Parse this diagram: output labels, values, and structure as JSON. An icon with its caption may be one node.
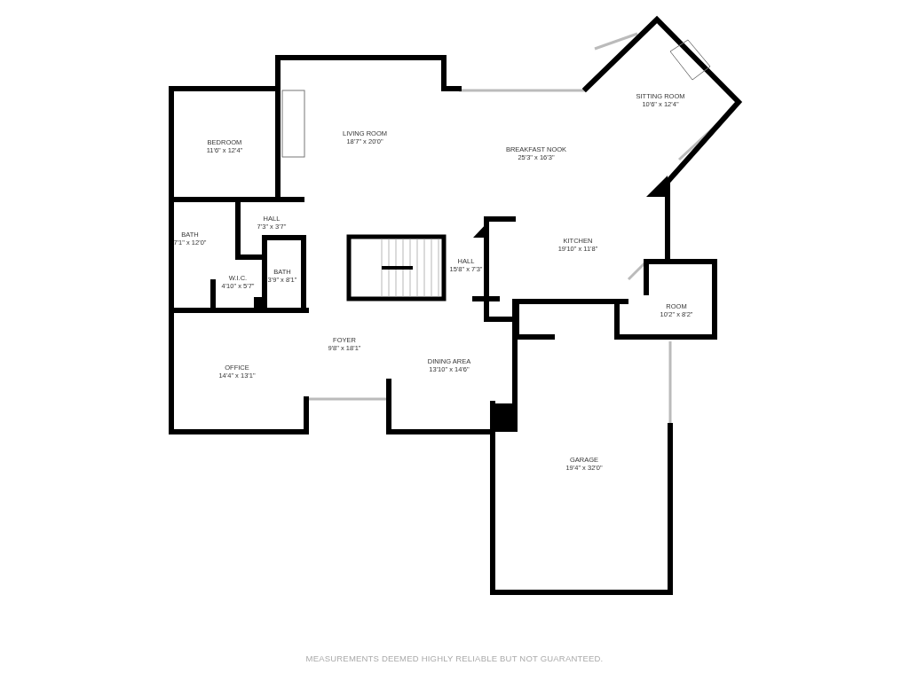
{
  "diagram": {
    "caption": "MEASUREMENTS DEEMED HIGHLY RELIABLE BUT NOT GUARANTEED.",
    "nodes": [
      {
        "text": [
          "LIVING ROOM",
          "18'7\" x 20'0\""
        ]
      },
      {
        "text": [
          "SITTING ROOM",
          "10'6\" x 12'4\""
        ]
      },
      {
        "text": [
          "BEDROOM",
          "11'6\" x 12'4\""
        ]
      },
      {
        "text": [
          "BREAKFAST NOOK",
          "25'3\" x 16'3\""
        ]
      },
      {
        "text": [
          "HALL",
          "7'3\" x 3'7\""
        ]
      },
      {
        "text": [
          "BATH",
          "7'1\" x 12'0\""
        ]
      },
      {
        "text": [
          "KITCHEN",
          "19'10\" x 11'8\""
        ]
      },
      {
        "text": [
          "HALL",
          "15'8\" x 7'3\""
        ]
      },
      {
        "text": [
          "BATH",
          "3'9\" x 8'1\""
        ]
      },
      {
        "text": [
          "W.I.C.",
          "4'10\" x 5'7\""
        ]
      },
      {
        "text": [
          "ROOM",
          "10'2\" x 8'2\""
        ]
      },
      {
        "text": [
          "FOYER",
          "9'8\" x 18'1\""
        ]
      },
      {
        "text": [
          "OFFICE",
          "14'4\" x 13'1\""
        ]
      },
      {
        "text": [
          "DINING AREA",
          "13'10\" x 14'6\""
        ]
      },
      {
        "text": [
          "GARAGE",
          "19'4\" x 32'0\""
        ]
      }
    ]
  }
}
